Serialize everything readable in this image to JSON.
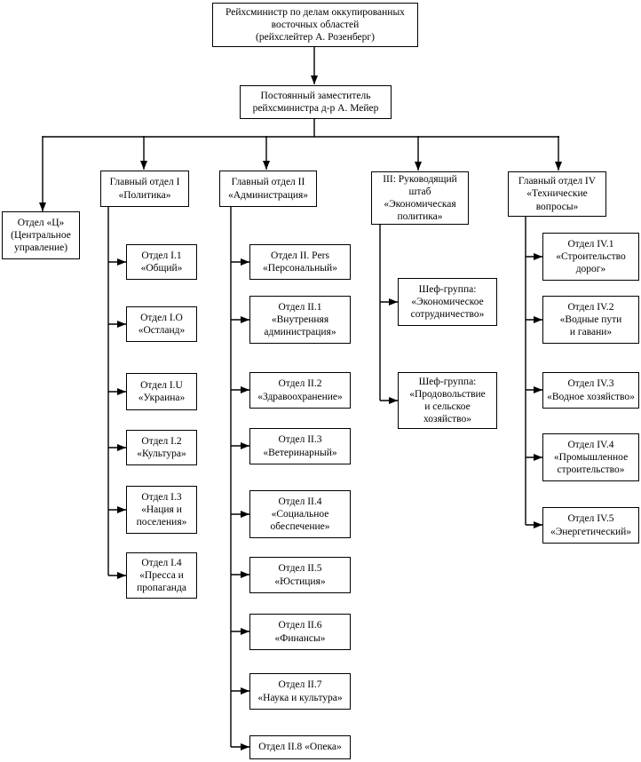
{
  "org": {
    "root": {
      "label": "Рейхсминистр по делам оккупированных\nвосточных областей\n(рейхслейтер А. Розенберг)"
    },
    "deputy": {
      "label": "Постоянный заместитель\nрейхсминистра д-р А. Мейер"
    },
    "dept_c": {
      "label": "Отдел «Ц»\n(Центральное\nуправление)"
    },
    "dept1": {
      "label": "Главный отдел I\n«Политика»",
      "children": [
        {
          "label": "Отдел I.1\n«Общий»"
        },
        {
          "label": "Отдел I.О\n«Остланд»"
        },
        {
          "label": "Отдел I.U\n«Украина»"
        },
        {
          "label": "Отдел I.2\n«Культура»"
        },
        {
          "label": "Отдел I.3\n«Нация и\nпоселения»"
        },
        {
          "label": "Отдел I.4\n«Пресса и\nпропаганда"
        }
      ]
    },
    "dept2": {
      "label": "Главный отдел II\n«Администрация»",
      "children": [
        {
          "label": "Отдел II. Pers\n«Персональный»"
        },
        {
          "label": "Отдел II.1\n«Внутренняя\nадминистрация»"
        },
        {
          "label": "Отдел II.2\n«Здравоохранение»"
        },
        {
          "label": "Отдел II.3\n«Ветеринарный»"
        },
        {
          "label": "Отдел II.4\n«Социальное\nобеспечение»"
        },
        {
          "label": "Отдел II.5\n«Юстиция»"
        },
        {
          "label": "Отдел II.6\n«Финансы»"
        },
        {
          "label": "Отдел II.7\n«Наука и культура»"
        },
        {
          "label": "Отдел II.8 «Опека»"
        }
      ]
    },
    "dept3": {
      "label": "III: Руководящий\nштаб\n«Экономическая\nполитика»",
      "children": [
        {
          "label": "Шеф-группа:\n«Экономическое\nсотрудничество»"
        },
        {
          "label": "Шеф-группа:\n«Продовольствие\nи сельское\nхозяйство»"
        }
      ]
    },
    "dept4": {
      "label": "Главный отдел IV\n«Технические\nвопросы»",
      "children": [
        {
          "label": "Отдел IV.1\n«Строительство\nдорог»"
        },
        {
          "label": "Отдел IV.2\n«Водные пути\nи гавани»"
        },
        {
          "label": "Отдел IV.3\n«Водное хозяйство»"
        },
        {
          "label": "Отдел IV.4\n«Промышленное\nстроительство»"
        },
        {
          "label": "Отдел IV.5\n«Энергетический»"
        }
      ]
    }
  }
}
